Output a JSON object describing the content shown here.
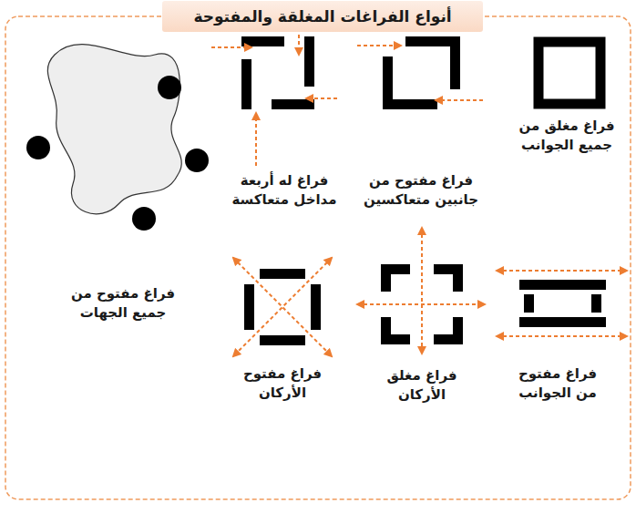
{
  "diagram": {
    "title": "أنواع الفراغات المغلقة والمفتوحة",
    "labels": [
      "فراغ مغلق من جميع الجوانب",
      "فراغ مفتوح من جانبين متعاكسين",
      "فراغ له أربعة مداخل متعاكسة",
      "فراغ مفتوح من جميع الجهات",
      "فراغ مفتوح من الجوانب",
      "فراغ مغلق الأركان",
      "فراغ مفتوح الأركان"
    ]
  }
}
